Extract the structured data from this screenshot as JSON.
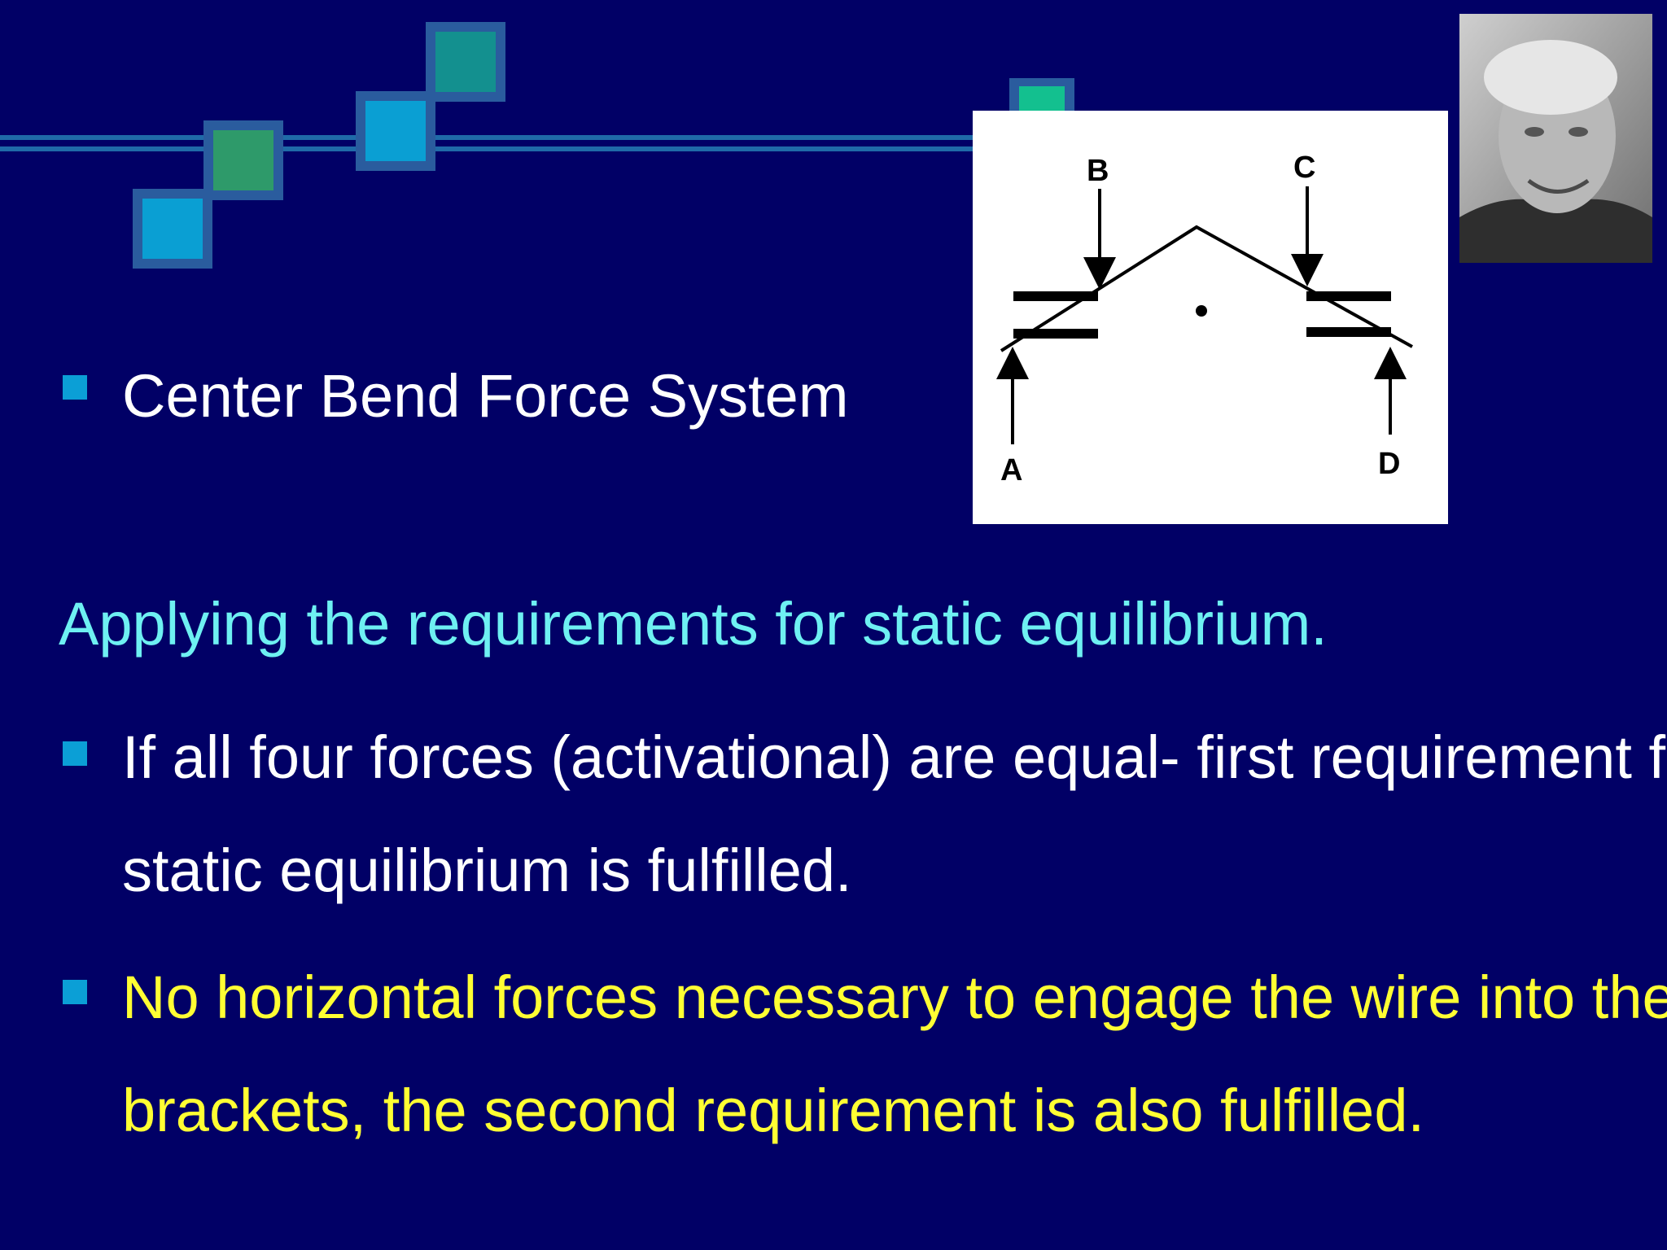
{
  "slide": {
    "bullet1": "Center Bend Force System",
    "subtitle": "Applying the requirements for static equilibrium.",
    "bullet2_line1": " If all four forces (activational) are equal- first requirement for",
    "bullet2_line2": "static equilibrium is fulfilled.",
    "bullet3_line1": "No horizontal forces necessary to engage the wire into the",
    "bullet3_line2": "brackets, the second requirement is also fulfilled."
  },
  "diagram": {
    "labels": [
      "A",
      "B",
      "C",
      "D"
    ]
  },
  "colors": {
    "background": "#010066",
    "subtitle": "#6ef0f2",
    "highlight": "#ffff33",
    "bullet": "#0b9fd6"
  }
}
